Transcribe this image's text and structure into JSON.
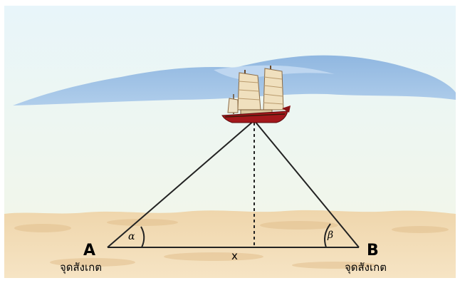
{
  "diagram": {
    "points": {
      "a": {
        "letter": "A",
        "caption": "จุดสังเกต"
      },
      "b": {
        "letter": "B",
        "caption": "จุดสังเกต"
      }
    },
    "angles": {
      "alpha": "α",
      "beta": "β"
    },
    "base_label": "x",
    "colors": {
      "sky_top": "#eaf6fa",
      "sky_bottom": "#f3f7e8",
      "mountain": "#8fb7e0",
      "sand": "#f2dcb6",
      "sand_dark": "#e6c699",
      "line": "#222222",
      "hull": "#a3181c",
      "sail": "#f1e2c0"
    }
  }
}
